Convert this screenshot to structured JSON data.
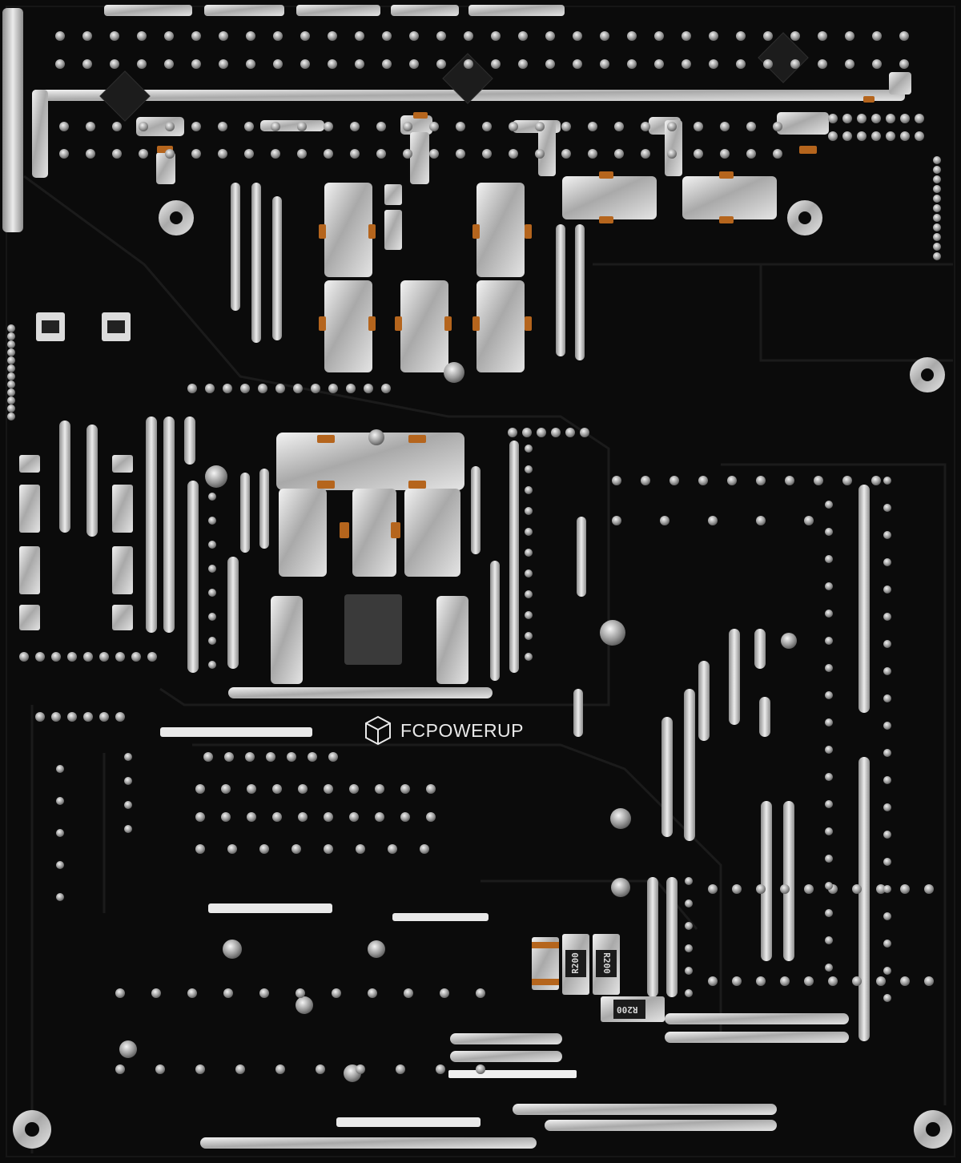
{
  "brand": {
    "name": "FCPOWERUP",
    "icon": "cube-logo-icon",
    "text_color": "#e9e9e9"
  },
  "components": {
    "resistor_markings": [
      "R200",
      "R200",
      "R200"
    ]
  },
  "colors": {
    "pcb": "#0b0b0b",
    "solder": "#c9c9c9",
    "smd_pad": "#b5651d"
  }
}
